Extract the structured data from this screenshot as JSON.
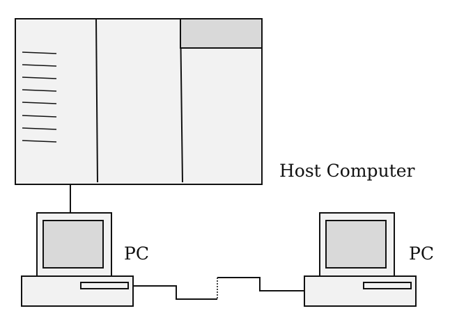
{
  "labels": {
    "host": "Host Computer",
    "pc_left": "PC",
    "pc_right": "PC"
  },
  "colors": {
    "stroke": "#111111",
    "cabinet_fill": "#f2f2f2",
    "panel_fill": "#d9d9d9",
    "background": "#ffffff"
  }
}
